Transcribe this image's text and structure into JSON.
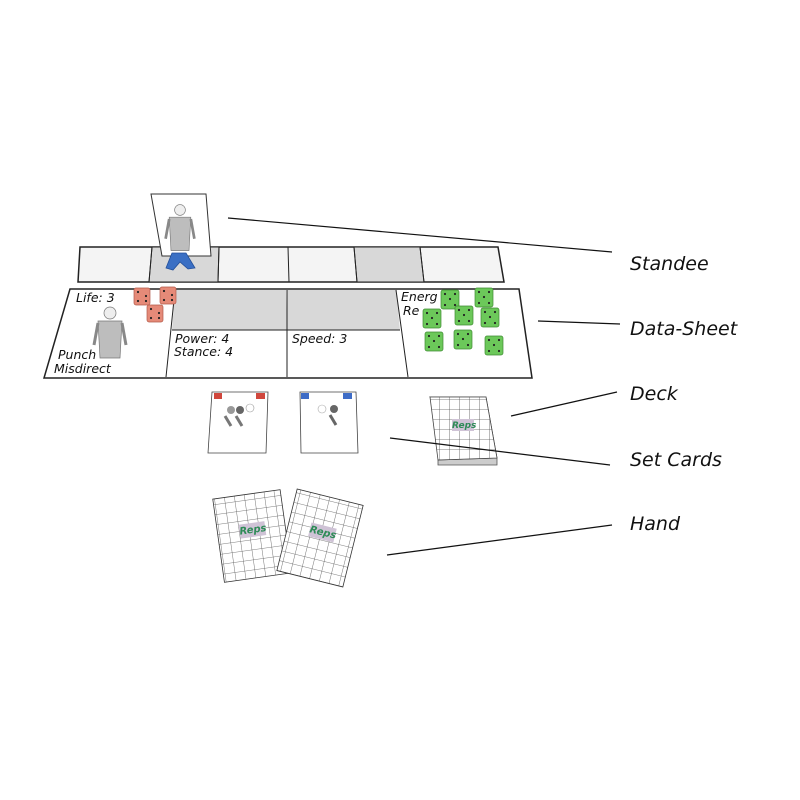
{
  "labels": {
    "standee": "Standee",
    "data_sheet": "Data-Sheet",
    "deck": "Deck",
    "set_cards": "Set Cards",
    "hand": "Hand"
  },
  "data_sheet": {
    "life": "Life: 3",
    "moves": [
      "Punch",
      "Misdirect"
    ],
    "power": "Power: 4",
    "stance": "Stance: 4",
    "speed": "Speed: 3",
    "energy": "Energ   8",
    "reserve": "Re"
  },
  "card_logo": "Reps",
  "colors": {
    "red_die": "#e58a78",
    "green_die": "#6cc85a",
    "meeple": "#3a6fc4",
    "shaded_cell": "#d8d8d8",
    "set_card_red": "#d0473d",
    "set_card_blue": "#3e6cc6"
  }
}
